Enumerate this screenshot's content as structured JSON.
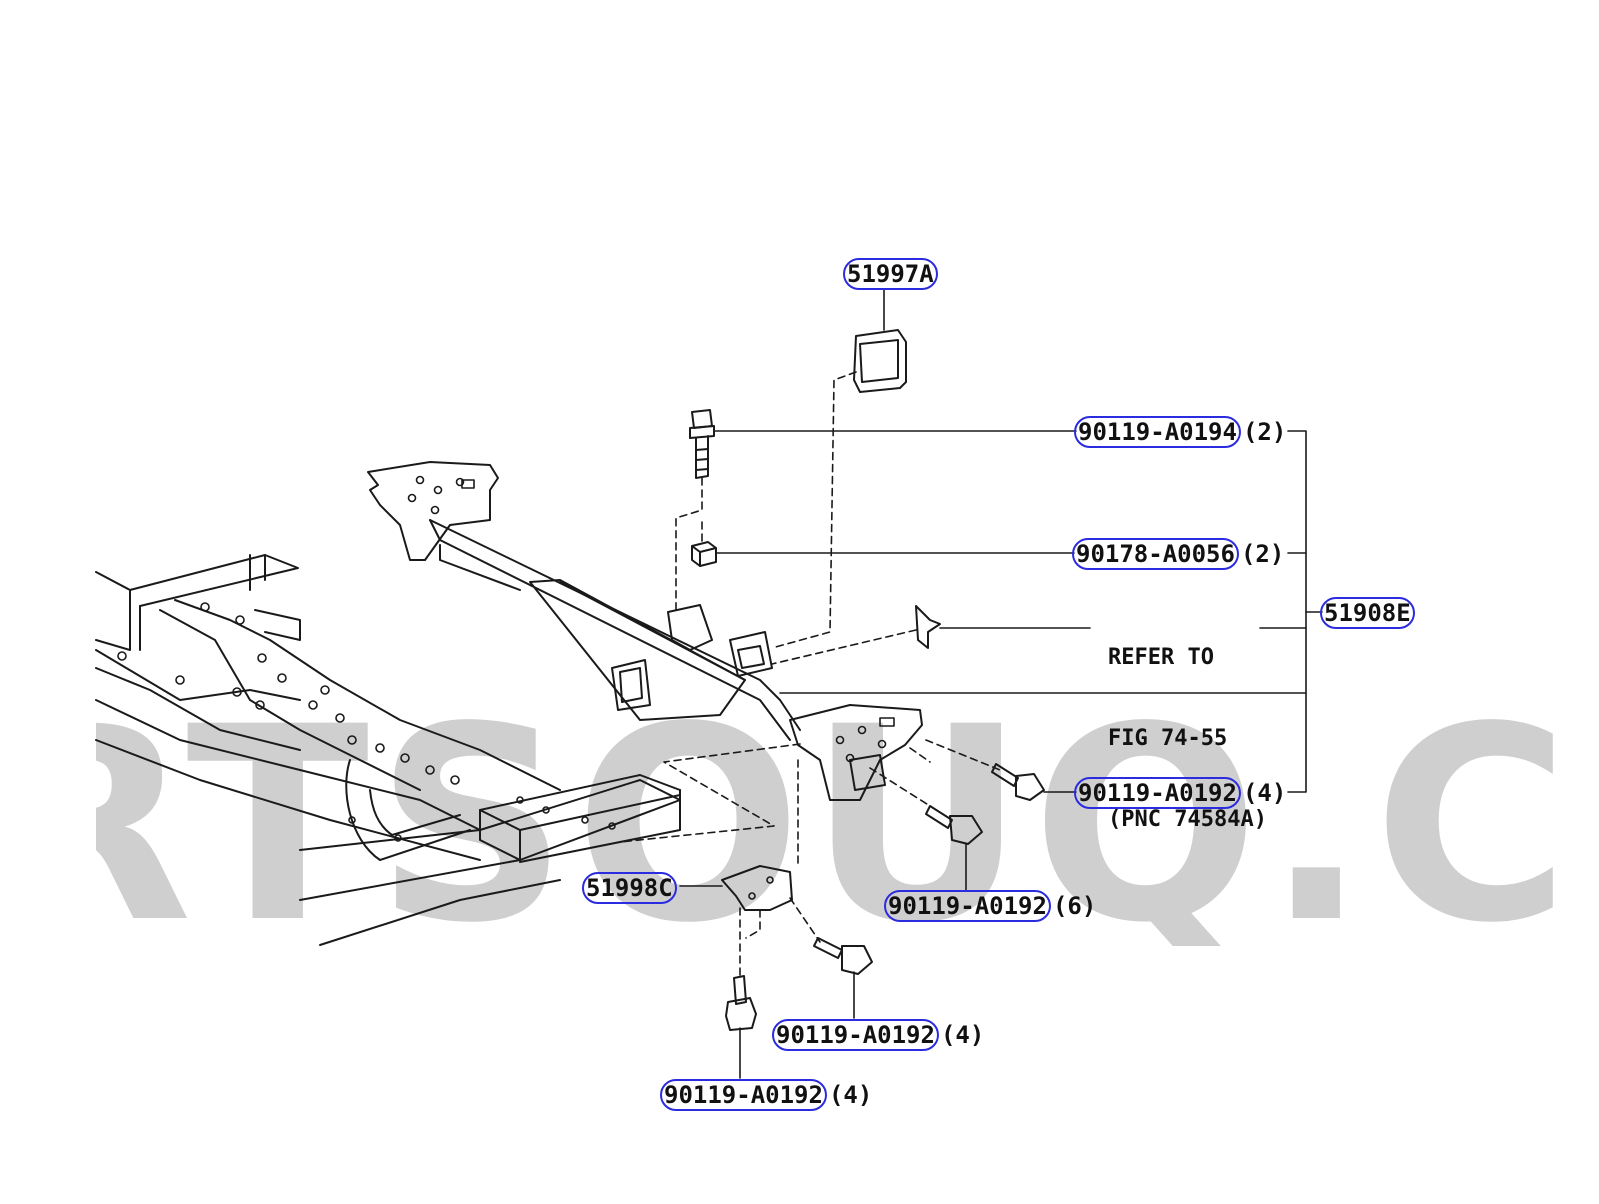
{
  "watermark": {
    "text": "RTSOUQ.COM"
  },
  "callouts": [
    {
      "id": "51997A",
      "number": "51997A",
      "qty": ""
    },
    {
      "id": "90119-A0194",
      "number": "90119-A0194",
      "qty": "(2)"
    },
    {
      "id": "90178-A0056",
      "number": "90178-A0056",
      "qty": "(2)"
    },
    {
      "id": "51908E",
      "number": "51908E",
      "qty": ""
    },
    {
      "id": "90119-A0192-a",
      "number": "90119-A0192",
      "qty": "(4)"
    },
    {
      "id": "90119-A0192-b",
      "number": "90119-A0192",
      "qty": "(6)"
    },
    {
      "id": "51998C",
      "number": "51998C",
      "qty": ""
    },
    {
      "id": "90119-A0192-c",
      "number": "90119-A0192",
      "qty": "(4)"
    },
    {
      "id": "90119-A0192-d",
      "number": "90119-A0192",
      "qty": "(4)"
    }
  ],
  "reference_note": {
    "line1": "REFER TO",
    "line2": "FIG 74-55",
    "line3": "(PNC 74584A)"
  },
  "colors": {
    "callout_outline": "#2b2be0",
    "line_art": "#1a1a1a",
    "watermark": "#cfcfcf"
  }
}
